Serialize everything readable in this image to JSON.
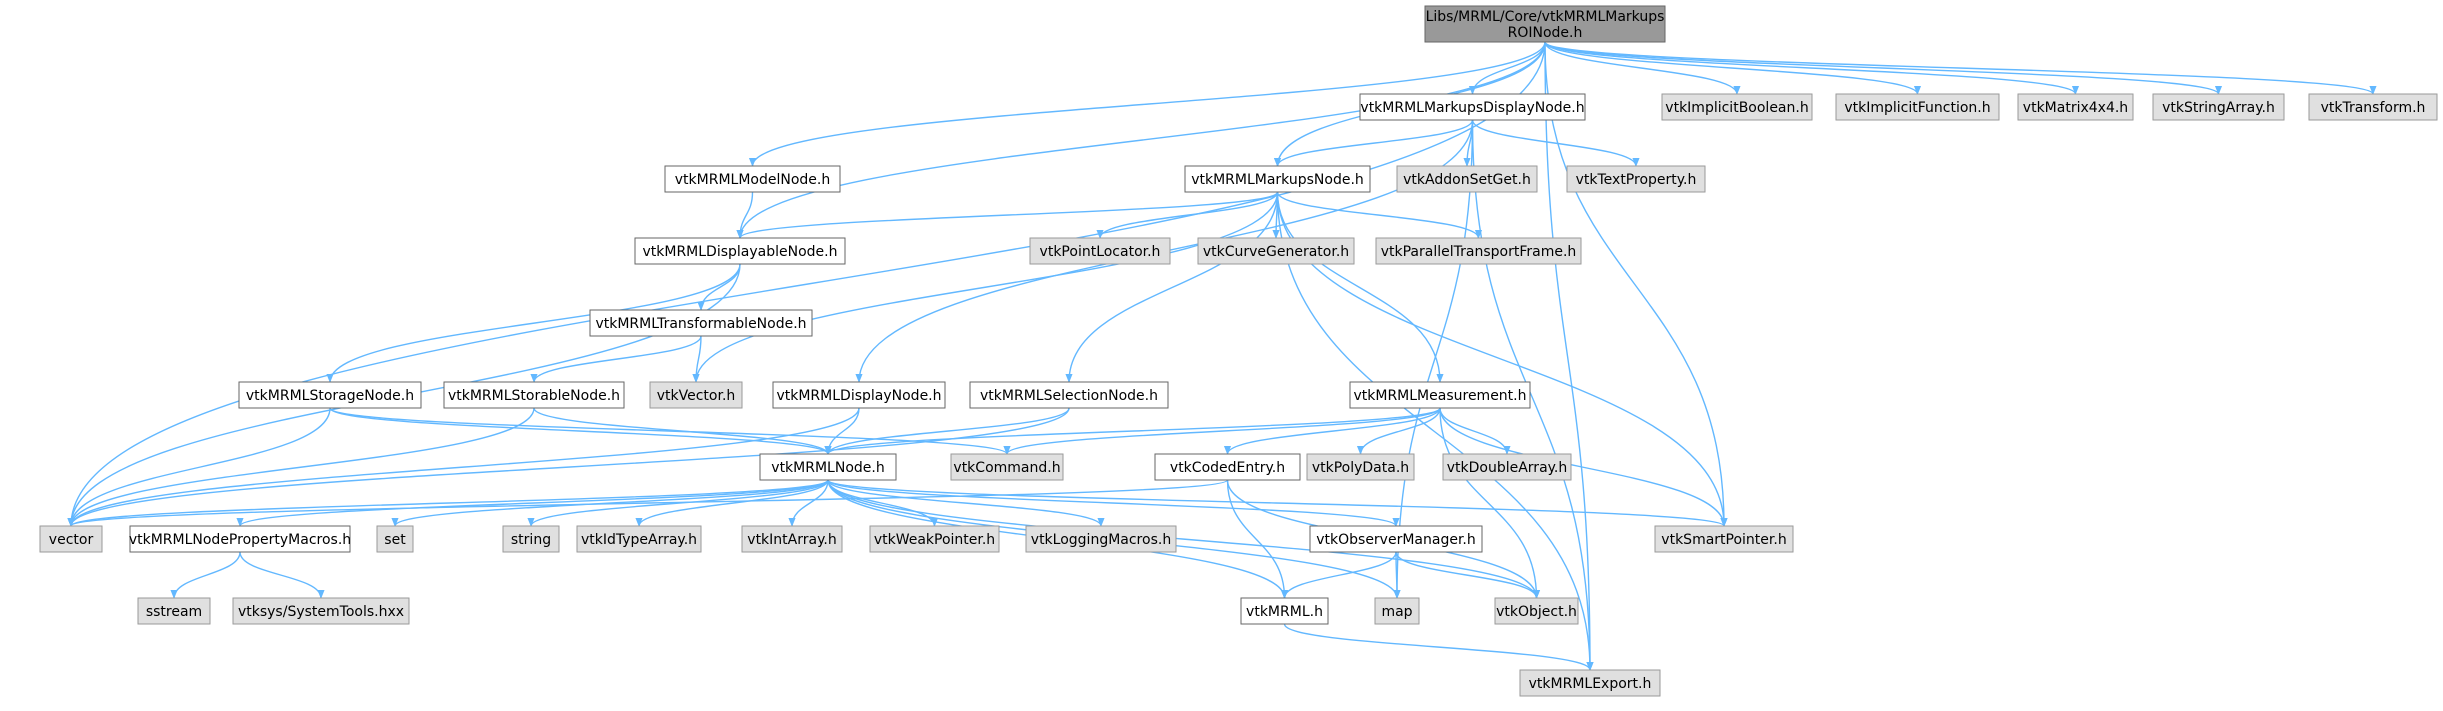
{
  "diagram": {
    "colors": {
      "edge": "#63b8ff",
      "root_fill": "#999999",
      "root_stroke": "#666666",
      "internal_fill": "#ffffff",
      "internal_stroke": "#666666",
      "external_fill": "#e0e0e0",
      "external_stroke": "#999999"
    },
    "nodes": [
      {
        "id": "root",
        "label": [
          "Libs/MRML/Core/vtkMRMLMarkups",
          "ROINode.h"
        ],
        "kind": "root"
      },
      {
        "id": "disp",
        "label": [
          "vtkMRMLMarkupsDisplayNode.h"
        ],
        "kind": "internal"
      },
      {
        "id": "impbool",
        "label": [
          "vtkImplicitBoolean.h"
        ],
        "kind": "external"
      },
      {
        "id": "impfunc",
        "label": [
          "vtkImplicitFunction.h"
        ],
        "kind": "external"
      },
      {
        "id": "mat",
        "label": [
          "vtkMatrix4x4.h"
        ],
        "kind": "external"
      },
      {
        "id": "strarr",
        "label": [
          "vtkStringArray.h"
        ],
        "kind": "external"
      },
      {
        "id": "transform",
        "label": [
          "vtkTransform.h"
        ],
        "kind": "external"
      },
      {
        "id": "model",
        "label": [
          "vtkMRMLModelNode.h"
        ],
        "kind": "internal"
      },
      {
        "id": "mnode",
        "label": [
          "vtkMRMLMarkupsNode.h"
        ],
        "kind": "internal"
      },
      {
        "id": "addon",
        "label": [
          "vtkAddonSetGet.h"
        ],
        "kind": "external"
      },
      {
        "id": "textprop",
        "label": [
          "vtkTextProperty.h"
        ],
        "kind": "external"
      },
      {
        "id": "displayable",
        "label": [
          "vtkMRMLDisplayableNode.h"
        ],
        "kind": "internal"
      },
      {
        "id": "ptloc",
        "label": [
          "vtkPointLocator.h"
        ],
        "kind": "external"
      },
      {
        "id": "curvegen",
        "label": [
          "vtkCurveGenerator.h"
        ],
        "kind": "external"
      },
      {
        "id": "ptf",
        "label": [
          "vtkParallelTransportFrame.h"
        ],
        "kind": "external"
      },
      {
        "id": "transformable",
        "label": [
          "vtkMRMLTransformableNode.h"
        ],
        "kind": "internal"
      },
      {
        "id": "vtkvector",
        "label": [
          "vtkVector.h"
        ],
        "kind": "external"
      },
      {
        "id": "storage",
        "label": [
          "vtkMRMLStorageNode.h"
        ],
        "kind": "internal"
      },
      {
        "id": "storable",
        "label": [
          "vtkMRMLStorableNode.h"
        ],
        "kind": "internal"
      },
      {
        "id": "dispnode",
        "label": [
          "vtkMRMLDisplayNode.h"
        ],
        "kind": "internal"
      },
      {
        "id": "selnode",
        "label": [
          "vtkMRMLSelectionNode.h"
        ],
        "kind": "internal"
      },
      {
        "id": "meas",
        "label": [
          "vtkMRMLMeasurement.h"
        ],
        "kind": "internal"
      },
      {
        "id": "node",
        "label": [
          "vtkMRMLNode.h"
        ],
        "kind": "internal"
      },
      {
        "id": "cmd",
        "label": [
          "vtkCommand.h"
        ],
        "kind": "external"
      },
      {
        "id": "coded",
        "label": [
          "vtkCodedEntry.h"
        ],
        "kind": "internal"
      },
      {
        "id": "polydata",
        "label": [
          "vtkPolyData.h"
        ],
        "kind": "external"
      },
      {
        "id": "dblarr",
        "label": [
          "vtkDoubleArray.h"
        ],
        "kind": "external"
      },
      {
        "id": "vector",
        "label": [
          "vector"
        ],
        "kind": "external"
      },
      {
        "id": "propmacros",
        "label": [
          "vtkMRMLNodePropertyMacros.h"
        ],
        "kind": "internal"
      },
      {
        "id": "set",
        "label": [
          "set"
        ],
        "kind": "external"
      },
      {
        "id": "string",
        "label": [
          "string"
        ],
        "kind": "external"
      },
      {
        "id": "idtype",
        "label": [
          "vtkIdTypeArray.h"
        ],
        "kind": "external"
      },
      {
        "id": "intarr",
        "label": [
          "vtkIntArray.h"
        ],
        "kind": "external"
      },
      {
        "id": "weakptr",
        "label": [
          "vtkWeakPointer.h"
        ],
        "kind": "external"
      },
      {
        "id": "logging",
        "label": [
          "vtkLoggingMacros.h"
        ],
        "kind": "external"
      },
      {
        "id": "obsmgr",
        "label": [
          "vtkObserverManager.h"
        ],
        "kind": "internal"
      },
      {
        "id": "smartptr",
        "label": [
          "vtkSmartPointer.h"
        ],
        "kind": "external"
      },
      {
        "id": "sstream",
        "label": [
          "sstream"
        ],
        "kind": "external"
      },
      {
        "id": "systools",
        "label": [
          "vtksys/SystemTools.hxx"
        ],
        "kind": "external"
      },
      {
        "id": "mrmlh",
        "label": [
          "vtkMRML.h"
        ],
        "kind": "internal"
      },
      {
        "id": "map",
        "label": [
          "map"
        ],
        "kind": "external"
      },
      {
        "id": "object",
        "label": [
          "vtkObject.h"
        ],
        "kind": "external"
      },
      {
        "id": "export",
        "label": [
          "vtkMRMLExport.h"
        ],
        "kind": "external"
      }
    ],
    "edges": [
      [
        "root",
        "disp"
      ],
      [
        "root",
        "impbool"
      ],
      [
        "root",
        "impfunc"
      ],
      [
        "root",
        "mat"
      ],
      [
        "root",
        "strarr"
      ],
      [
        "root",
        "transform"
      ],
      [
        "root",
        "model"
      ],
      [
        "root",
        "mnode"
      ],
      [
        "root",
        "displayable"
      ],
      [
        "root",
        "vector"
      ],
      [
        "root",
        "export"
      ],
      [
        "root",
        "smartptr"
      ],
      [
        "disp",
        "mnode"
      ],
      [
        "disp",
        "addon"
      ],
      [
        "disp",
        "textprop"
      ],
      [
        "disp",
        "dispnode"
      ],
      [
        "disp",
        "map"
      ],
      [
        "disp",
        "export"
      ],
      [
        "model",
        "displayable"
      ],
      [
        "mnode",
        "displayable"
      ],
      [
        "mnode",
        "ptloc"
      ],
      [
        "mnode",
        "curvegen"
      ],
      [
        "mnode",
        "ptf"
      ],
      [
        "mnode",
        "vtkvector"
      ],
      [
        "mnode",
        "selnode"
      ],
      [
        "mnode",
        "meas"
      ],
      [
        "mnode",
        "smartptr"
      ],
      [
        "mnode",
        "export"
      ],
      [
        "displayable",
        "transformable"
      ],
      [
        "displayable",
        "storage"
      ],
      [
        "displayable",
        "vector"
      ],
      [
        "transformable",
        "storable"
      ],
      [
        "transformable",
        "vtkvector"
      ],
      [
        "storage",
        "node"
      ],
      [
        "storage",
        "vector"
      ],
      [
        "storage",
        "cmd"
      ],
      [
        "storable",
        "node"
      ],
      [
        "storable",
        "vector"
      ],
      [
        "dispnode",
        "node"
      ],
      [
        "dispnode",
        "vector"
      ],
      [
        "selnode",
        "node"
      ],
      [
        "selnode",
        "vector"
      ],
      [
        "meas",
        "node"
      ],
      [
        "meas",
        "cmd"
      ],
      [
        "meas",
        "coded"
      ],
      [
        "meas",
        "polydata"
      ],
      [
        "meas",
        "dblarr"
      ],
      [
        "meas",
        "smartptr"
      ],
      [
        "meas",
        "object"
      ],
      [
        "coded",
        "vector"
      ],
      [
        "coded",
        "mrmlh"
      ],
      [
        "coded",
        "object"
      ],
      [
        "node",
        "vector"
      ],
      [
        "node",
        "propmacros"
      ],
      [
        "node",
        "set"
      ],
      [
        "node",
        "string"
      ],
      [
        "node",
        "idtype"
      ],
      [
        "node",
        "intarr"
      ],
      [
        "node",
        "weakptr"
      ],
      [
        "node",
        "logging"
      ],
      [
        "node",
        "obsmgr"
      ],
      [
        "node",
        "smartptr"
      ],
      [
        "node",
        "mrmlh"
      ],
      [
        "node",
        "map"
      ],
      [
        "node",
        "object"
      ],
      [
        "propmacros",
        "sstream"
      ],
      [
        "propmacros",
        "systools"
      ],
      [
        "obsmgr",
        "mrmlh"
      ],
      [
        "obsmgr",
        "map"
      ],
      [
        "obsmgr",
        "object"
      ],
      [
        "mrmlh",
        "export"
      ]
    ]
  }
}
